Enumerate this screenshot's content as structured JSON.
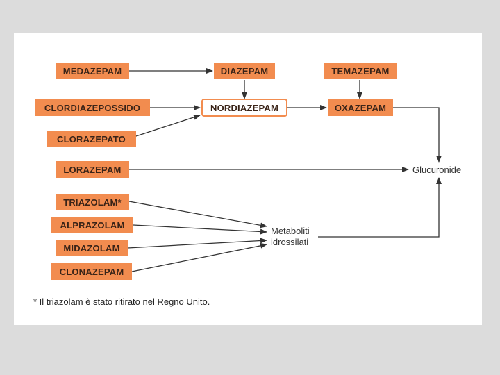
{
  "boxes": {
    "medazepam": "MEDAZEPAM",
    "diazepam": "DIAZEPAM",
    "temazepam": "TEMAZEPAM",
    "clordiazepossido": "CLORDIAZEPOSSIDO",
    "nordiazepam": "NORDIAZEPAM",
    "oxazepam": "OXAZEPAM",
    "clorazepato": "CLORAZEPATO",
    "lorazepam": "LORAZEPAM",
    "triazolam": "TRIAZOLAM*",
    "alprazolam": "ALPRAZOLAM",
    "midazolam": "MIDAZOLAM",
    "clonazepam": "CLONAZEPAM"
  },
  "labels": {
    "glucuronide": "Glucuronide",
    "metaboliti_line1": "Metaboliti",
    "metaboliti_line2": "idrossilati"
  },
  "footnote": "* Il triazolam è stato ritirato nel Regno Unito.",
  "colors": {
    "box_fill": "#f28c4f",
    "arrow": "#333333"
  }
}
